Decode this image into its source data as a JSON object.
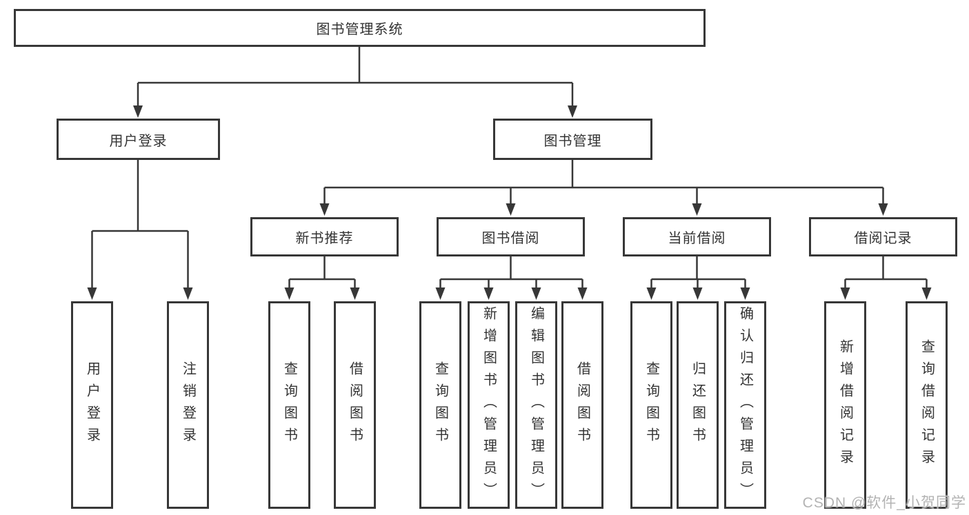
{
  "diagram": {
    "root": "图书管理系统",
    "branches": [
      {
        "label": "用户登录",
        "children": [
          "用户登录",
          "注销登录"
        ]
      },
      {
        "label": "图书管理",
        "sub": [
          {
            "label": "新书推荐",
            "children": [
              "查询图书",
              "借阅图书"
            ]
          },
          {
            "label": "图书借阅",
            "children": [
              "查询图书",
              "新增图书（管理员）",
              "编辑图书（管理员）",
              "借阅图书"
            ]
          },
          {
            "label": "当前借阅",
            "children": [
              "查询图书",
              "归还图书",
              "确认归还（管理员）"
            ]
          },
          {
            "label": "借阅记录",
            "children": [
              "新增借阅记录",
              "查询借阅记录"
            ]
          }
        ]
      }
    ]
  },
  "watermark": "CSDN @软件_小贺同学",
  "colors": {
    "line": "#373737",
    "text": "#333333",
    "watermark": "#b3b3b3",
    "background": "#ffffff"
  }
}
